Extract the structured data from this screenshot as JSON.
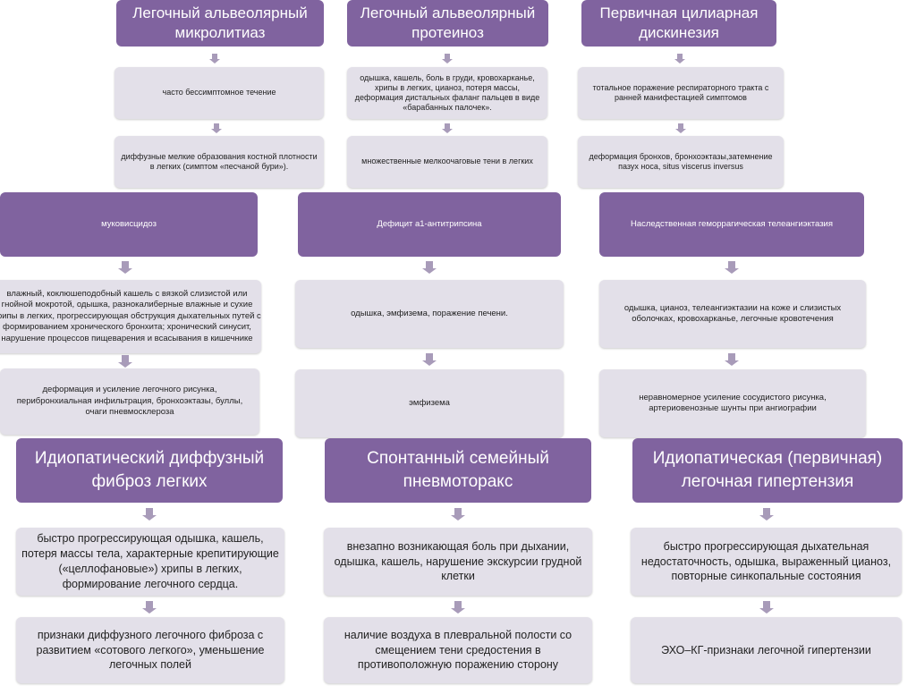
{
  "columns": [
    {
      "title": "Легочный альвеолярный микролитиаз",
      "steps": [
        "часто бессимптомное течение",
        "диффузные мелкие образования костной плотности в легких (симптом «песчаной бури»)."
      ]
    },
    {
      "title": "Легочный альвеолярный протеиноз",
      "steps": [
        "одышка, кашель, боль в груди, кровохарканье, хрипы в легких, цианоз, потеря массы, деформация дистальных фаланг пальцев в виде «барабанных палочек».",
        "множественные мелкоочаговые тени в легких"
      ]
    },
    {
      "title": "Первичная цилиарная дискинезия",
      "steps": [
        "тотальное поражение респираторного тракта с ранней манифестацией симптомов",
        "деформация бронхов, бронхоэктазы,затемнение пазух носа, situs viscerus inversus"
      ]
    },
    {
      "title": "муковисцидоз",
      "steps": [
        "влажный, коклюшеподобный кашель с вязкой слизистой или гнойной мокротой, одышка, разнокалиберные влажные и сухие хрипы в легких, прогрессирующая обструкция дыхательных путей с формированием хронического бронхита; хронический синусит, нарушение процессов пищеварения и всасывания в кишечнике",
        "деформация и усиление легочного рисунка, перибронхиальная инфильтрация, бронхоэктазы, буллы, очаги пневмосклероза"
      ]
    },
    {
      "title": "Дефицит а1-антитрипсина",
      "steps": [
        "одышка, эмфизема, поражение печени.",
        "эмфизема"
      ]
    },
    {
      "title": "Наследственная геморрагическая телеангиэктазия",
      "steps": [
        "одышка, цианоз, телеангиэктазии на коже и слизистых оболочках, кровохарканье, легочные кровотечения",
        "неравномерное усиление сосудистого рисунка, артериовенозные шунты при ангиографии"
      ]
    },
    {
      "title": "Идиопатический диффузный фиброз легких",
      "steps": [
        "быстро прогрессирующая одышка, кашель, потеря массы тела, характерные крепитирующие («целлофановые») хрипы в легких, формирование легочного сердца.",
        "признаки диффузного легочного фиброза с развитием «сотового легкого», уменьшение легочных полей"
      ]
    },
    {
      "title": "Спонтанный семейный пневмоторакс",
      "steps": [
        "внезапно возникающая боль при дыхании, одышка, кашель, нарушение экскурсии грудной клетки",
        "наличие воздуха в плевральной полости со смещением тени средостения в противоположную поражению сторону"
      ]
    },
    {
      "title": "Идиопатическая (первичная) легочная гипертензия",
      "steps": [
        "быстро прогрессирующая дыхательная недостаточность, одышка, выраженный цианоз, повторные синкопальные состояния",
        "ЭХО–КГ-признаки легочной гипертензии"
      ]
    }
  ]
}
